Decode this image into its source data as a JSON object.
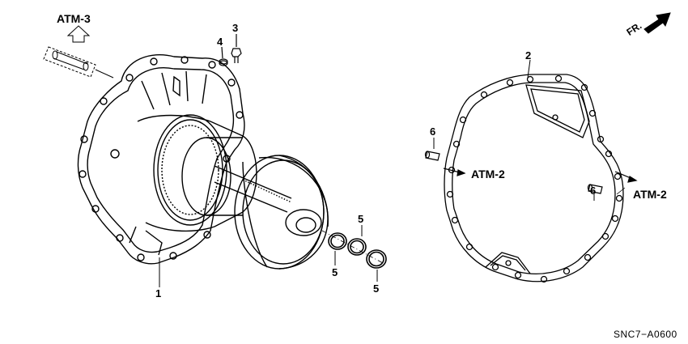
{
  "parts": {
    "p1": "1",
    "p2": "2",
    "p3": "3",
    "p4": "4",
    "p5a": "5",
    "p5b": "5",
    "p5c": "5",
    "p6a": "6",
    "p6b": "6"
  },
  "refs": {
    "atm3": "ATM-3",
    "atm2_left": "ATM-2",
    "atm2_right": "ATM-2"
  },
  "front_label": "FR.",
  "diagram_code": "SNC7−A0600"
}
